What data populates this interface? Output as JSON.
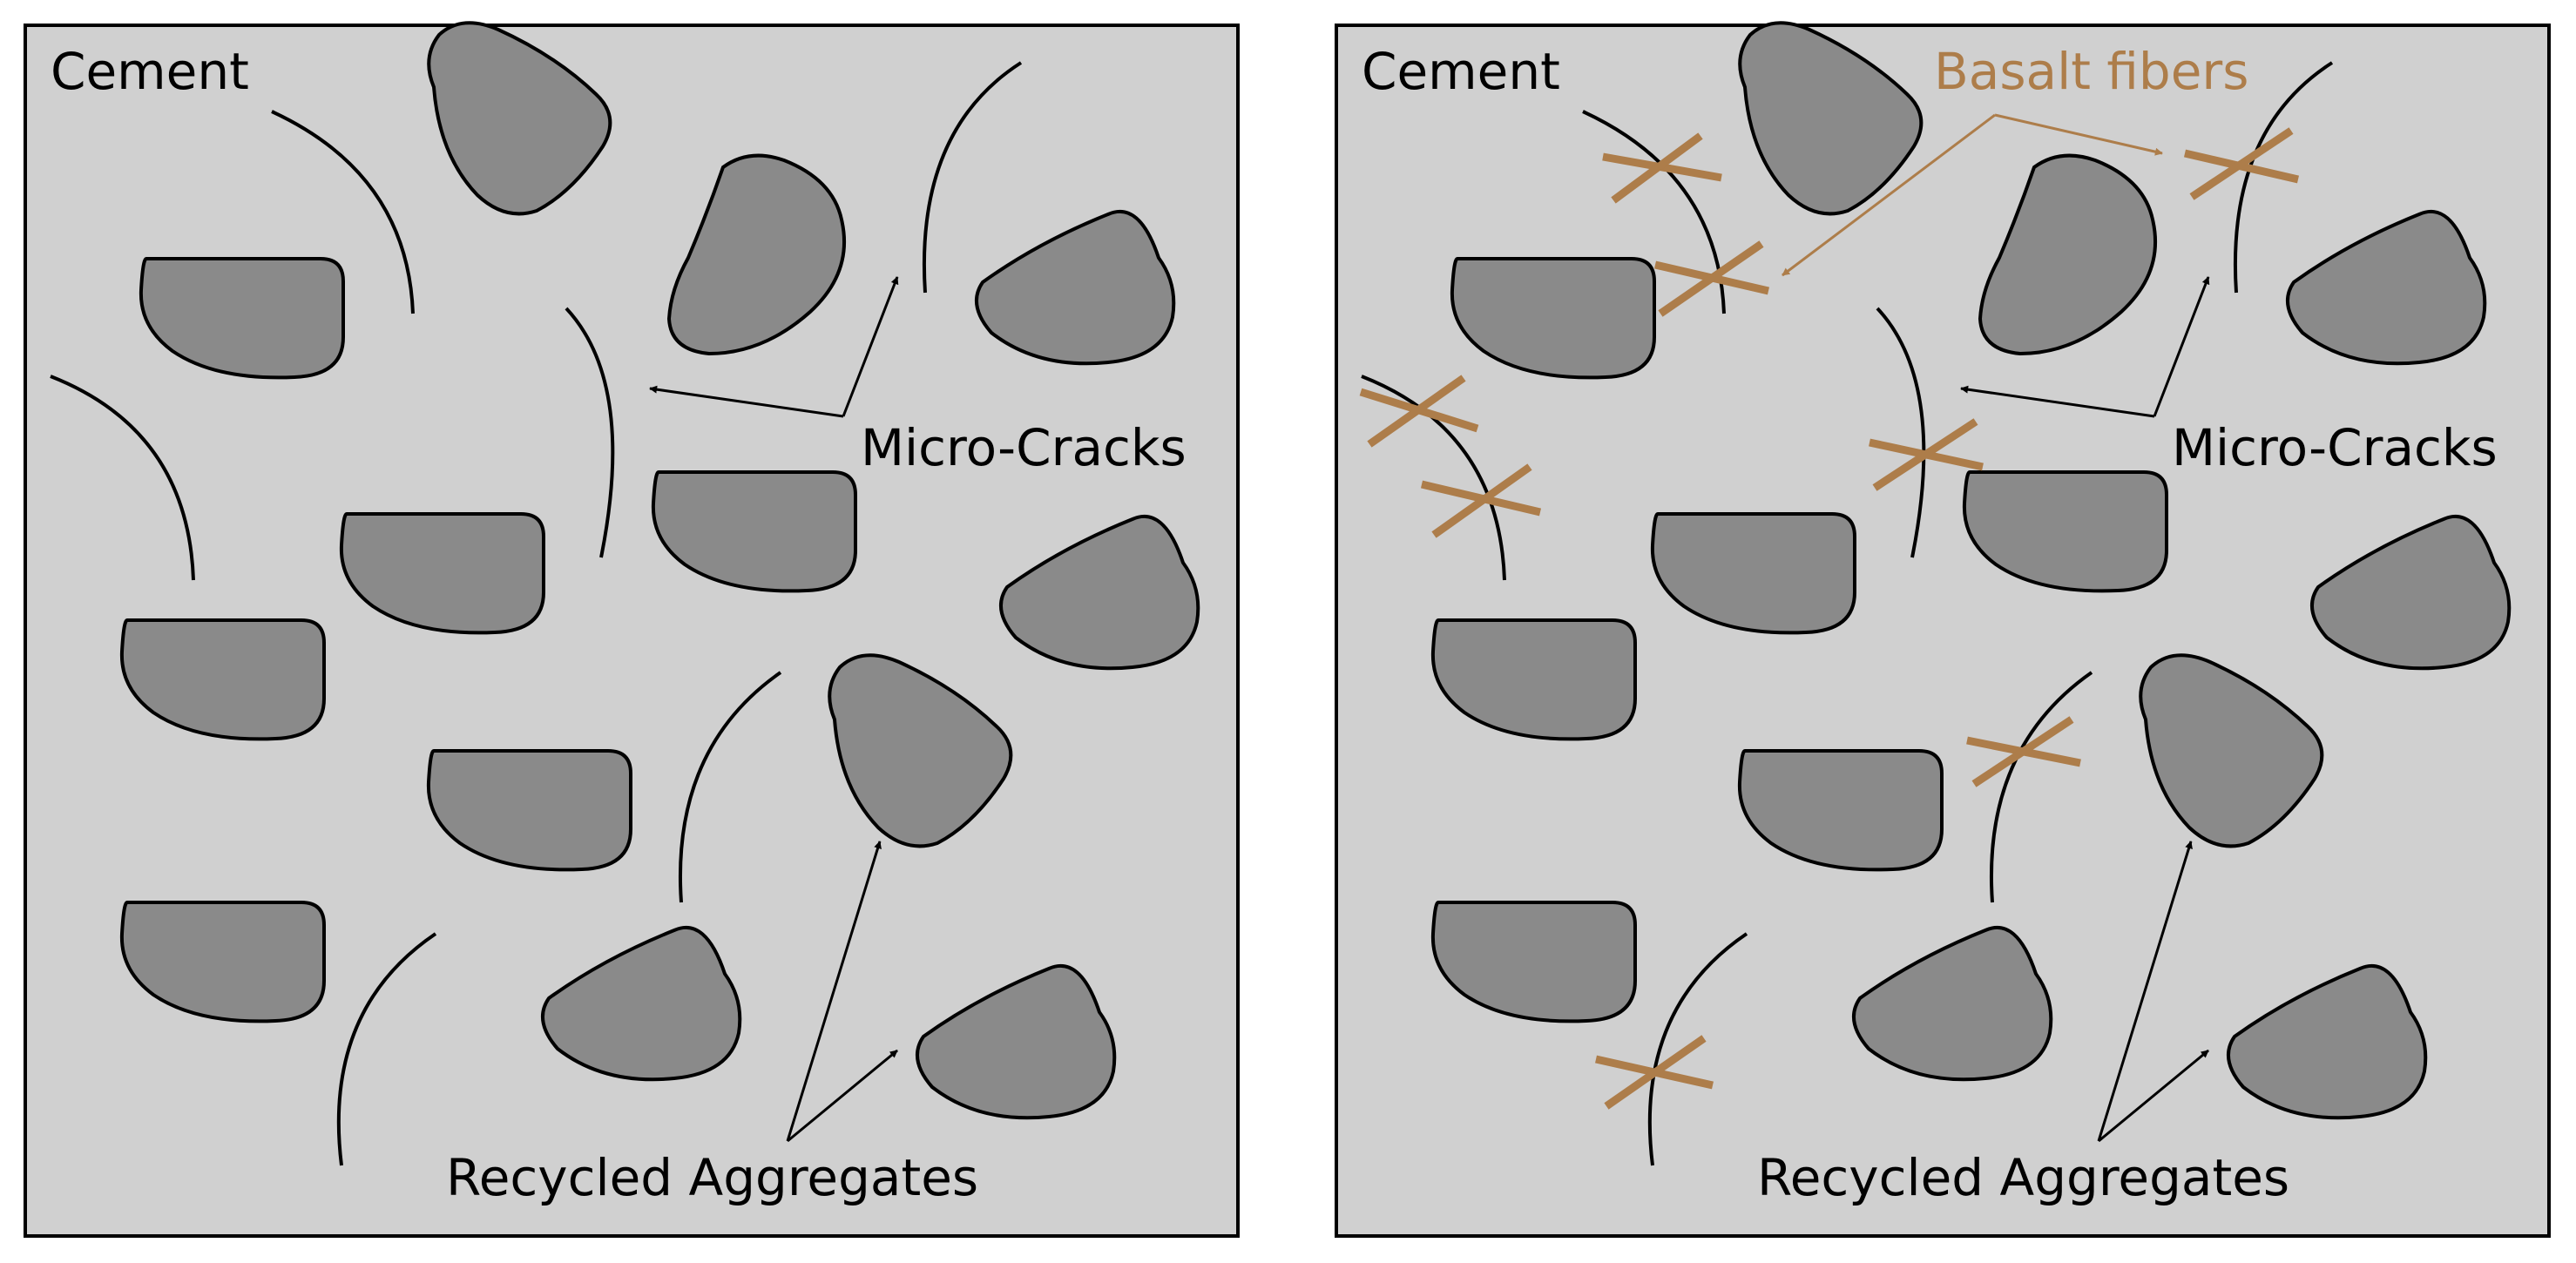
{
  "colors": {
    "cement": "#d0d0d0",
    "aggregate": "#8a8a8a",
    "outline": "#000000",
    "fiber": "#ad7d4a",
    "background": "#ffffff"
  },
  "panels": [
    {
      "id": "without-fibers",
      "labels": {
        "cement": "Cement",
        "micro_cracks": "Micro-Cracks",
        "recycled_aggregates": "Recycled Aggregates"
      }
    },
    {
      "id": "with-basalt-fibers",
      "labels": {
        "cement": "Cement",
        "micro_cracks": "Micro-Cracks",
        "recycled_aggregates": "Recycled Aggregates",
        "basalt_fibers": "Basalt fibers"
      }
    }
  ]
}
